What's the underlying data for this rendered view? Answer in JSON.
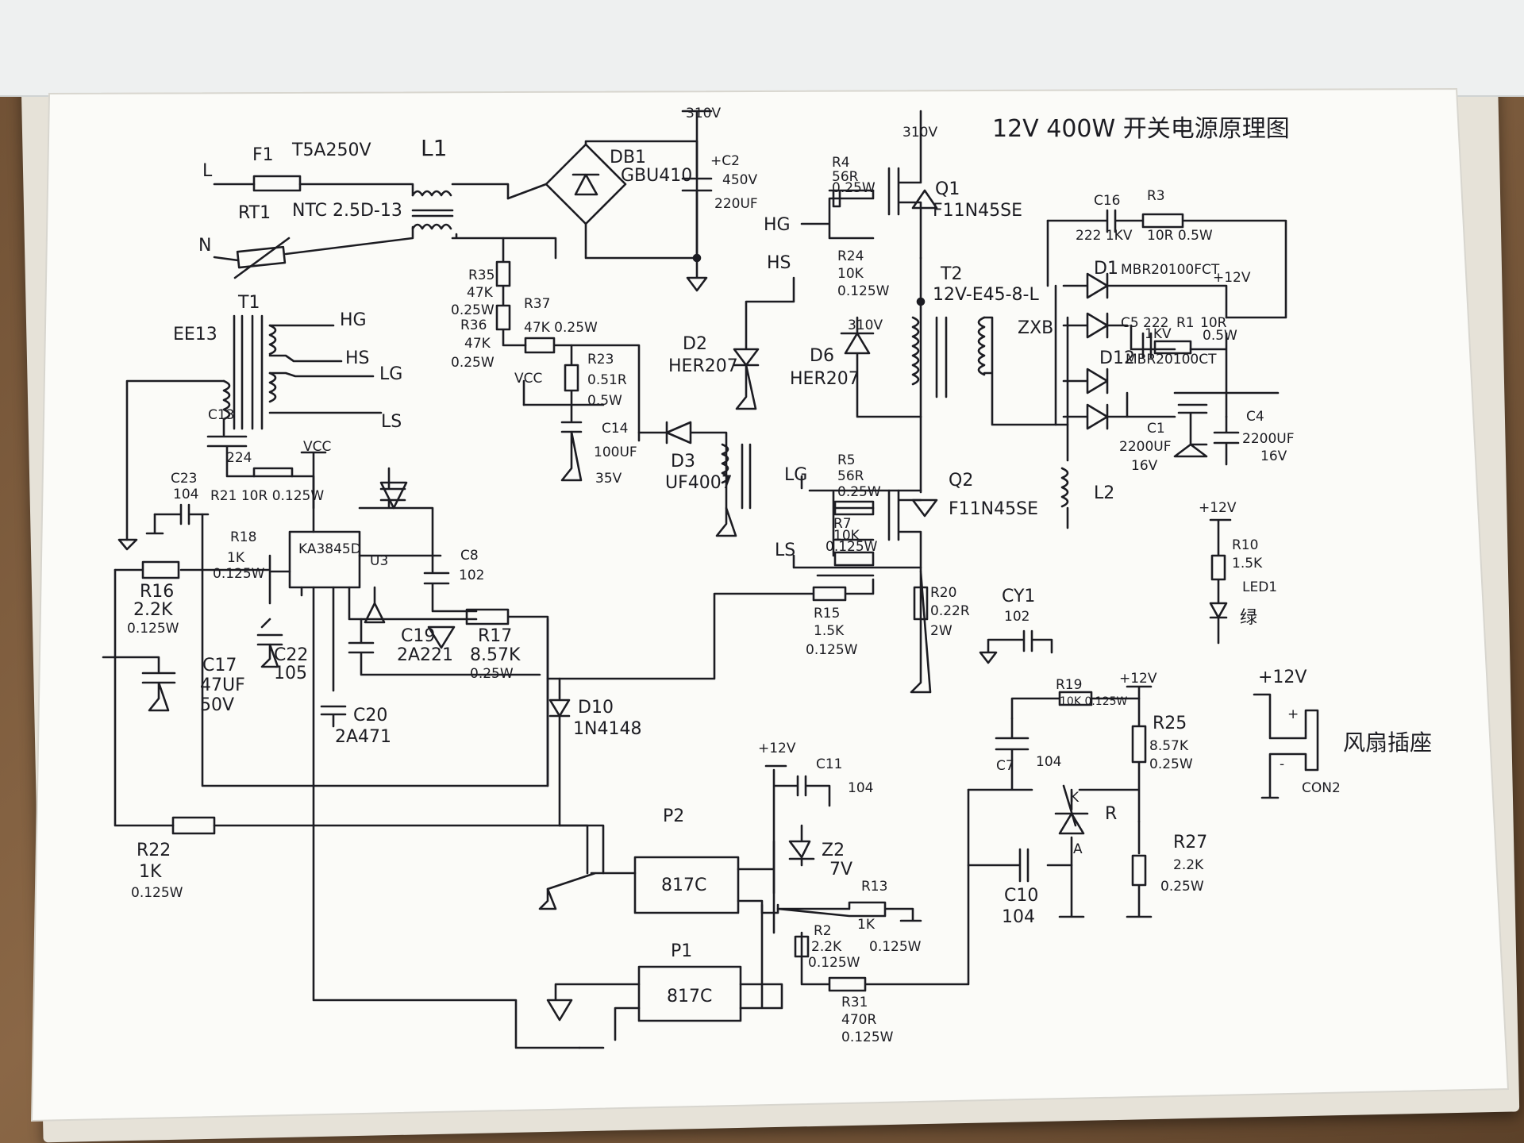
{
  "title": "12V 400W 开关电源原理图",
  "labels": {
    "L": "L",
    "N": "N",
    "F1": "F1",
    "F1_val": "T5A250V",
    "L1": "L1",
    "RT1": "RT1",
    "RT1_val": "NTC 2.5D-13",
    "DB1": "DB1",
    "DB1_val": "GBU410",
    "V310_top": "310V",
    "V310_q1": "310V",
    "V310_d6": "310V",
    "C2": "+C2",
    "C2_v": "450V",
    "C2_val": "220UF",
    "T1": "T1",
    "EE13": "EE13",
    "HG": "HG",
    "HS": "HS",
    "LG": "LG",
    "LS": "LS",
    "HG2": "HG",
    "HS2": "HS",
    "LG2": "LG",
    "LS2": "LS",
    "C13": "C13",
    "C13_val": "224",
    "C23": "C23",
    "C23_val": "104",
    "R21": "R21 10R 0.125W",
    "VCC1": "VCC",
    "VCC2": "VCC",
    "R18": "R18",
    "R18_val": "1K",
    "R18_w": "0.125W",
    "U3": "U3",
    "U3_part": "KA3845D",
    "C8": "C8",
    "C8_val": "102",
    "R16": "R16",
    "R16_val": "2.2K",
    "R16_w": "0.125W",
    "C17": "C17",
    "C17_val": "47UF",
    "C17_v": "50V",
    "C22": "C22",
    "C22_val": "105",
    "C19": "C19",
    "C19_val": "2A221",
    "R17": "R17",
    "R17_val": "8.57K",
    "R17_w": "0.25W",
    "C20": "C20",
    "C20_val": "2A471",
    "R35": "R35",
    "R35_val": "47K",
    "R35_w": "0.25W",
    "R36": "R36",
    "R36_val": "47K",
    "R36_w": "0.25W",
    "R37": "R37",
    "R37_val": "47K 0.25W",
    "R23": "R23",
    "R23_val": "0.51R",
    "R23_w": "0.5W",
    "C14": "C14",
    "C14_val": "100UF",
    "C14_v": "35V",
    "D3": "D3",
    "D3_val": "UF4007",
    "D2": "D2",
    "D2_val": "HER207",
    "D6": "D6",
    "D6_val": "HER207",
    "R4": "R4",
    "R4_val": "56R",
    "R4_w": "0.25W",
    "Q1": "Q1",
    "Q1_val": "F11N45SE",
    "R24": "R24",
    "R24_val": "10K",
    "R24_w": "0.125W",
    "T2": "T2",
    "T2_val": "12V-E45-8-L",
    "R5": "R5",
    "R5_val": "56R",
    "R5_w": "0.25W",
    "R7": "R7",
    "R7_val": "10K",
    "R7_w": "0.125W",
    "Q2": "Q2",
    "Q2_val": "F11N45SE",
    "R15": "R15",
    "R15_val": "1.5K",
    "R15_w": "0.125W",
    "R20": "R20",
    "R20_val": "0.22R",
    "R20_w": "2W",
    "C16": "C16",
    "C16_val": "222 1KV",
    "R3": "R3",
    "R3_val": "10R 0.5W",
    "D1": "D1",
    "D1_val": "MBR20100FCT",
    "V12_a": "+12V",
    "V12_b": "+12V",
    "V12_c": "+12V",
    "V12_d": "+12V",
    "V12_e": "+12V",
    "ZXB": "ZXB",
    "C5": "C5",
    "C5_val": "222",
    "C5_v": "1KV",
    "R1": "R1",
    "R1_val": "10R",
    "R1_w": "0.5W",
    "D12": "D12",
    "D12_val": "MBR20100CT",
    "C1": "C1",
    "C1_val": "2200UF",
    "C1_v": "16V",
    "C4": "C4",
    "C4_val": "2200UF",
    "C4_v": "16V",
    "L2": "L2",
    "R10": "R10",
    "R10_val": "1.5K",
    "LED1": "LED1",
    "LED1_val": "绿",
    "CY1": "CY1",
    "CY1_val": "102",
    "D10": "D10",
    "D10_val": "1N4148",
    "C11": "C11",
    "C11_val": "104",
    "Z2": "Z2",
    "Z2_val": "7V",
    "P2": "P2",
    "P2_val": "817C",
    "P1": "P1",
    "P1_val": "817C",
    "R22": "R22",
    "R22_val": "1K",
    "R22_w": "0.125W",
    "R13": "R13",
    "R13_val": "1K",
    "R13_w": "0.125W",
    "R2": "R2",
    "R2_val": "2.2K",
    "R2_w": "0.125W",
    "R31": "R31",
    "R31_val": "470R",
    "R31_w": "0.125W",
    "R19": "R19",
    "R19_val": "10K 0.125W",
    "C7": "C7",
    "C7_val": "104",
    "R25": "R25",
    "R25_val": "8.57K",
    "R25_w": "0.25W",
    "K": "K",
    "A": "A",
    "R": "R",
    "R27": "R27",
    "R27_val": "2.2K",
    "R27_w": "0.25W",
    "C10": "C10",
    "C10_val": "104",
    "CON2": "CON2",
    "fan": "风扇插座",
    "plus": "+",
    "minus": "-"
  }
}
